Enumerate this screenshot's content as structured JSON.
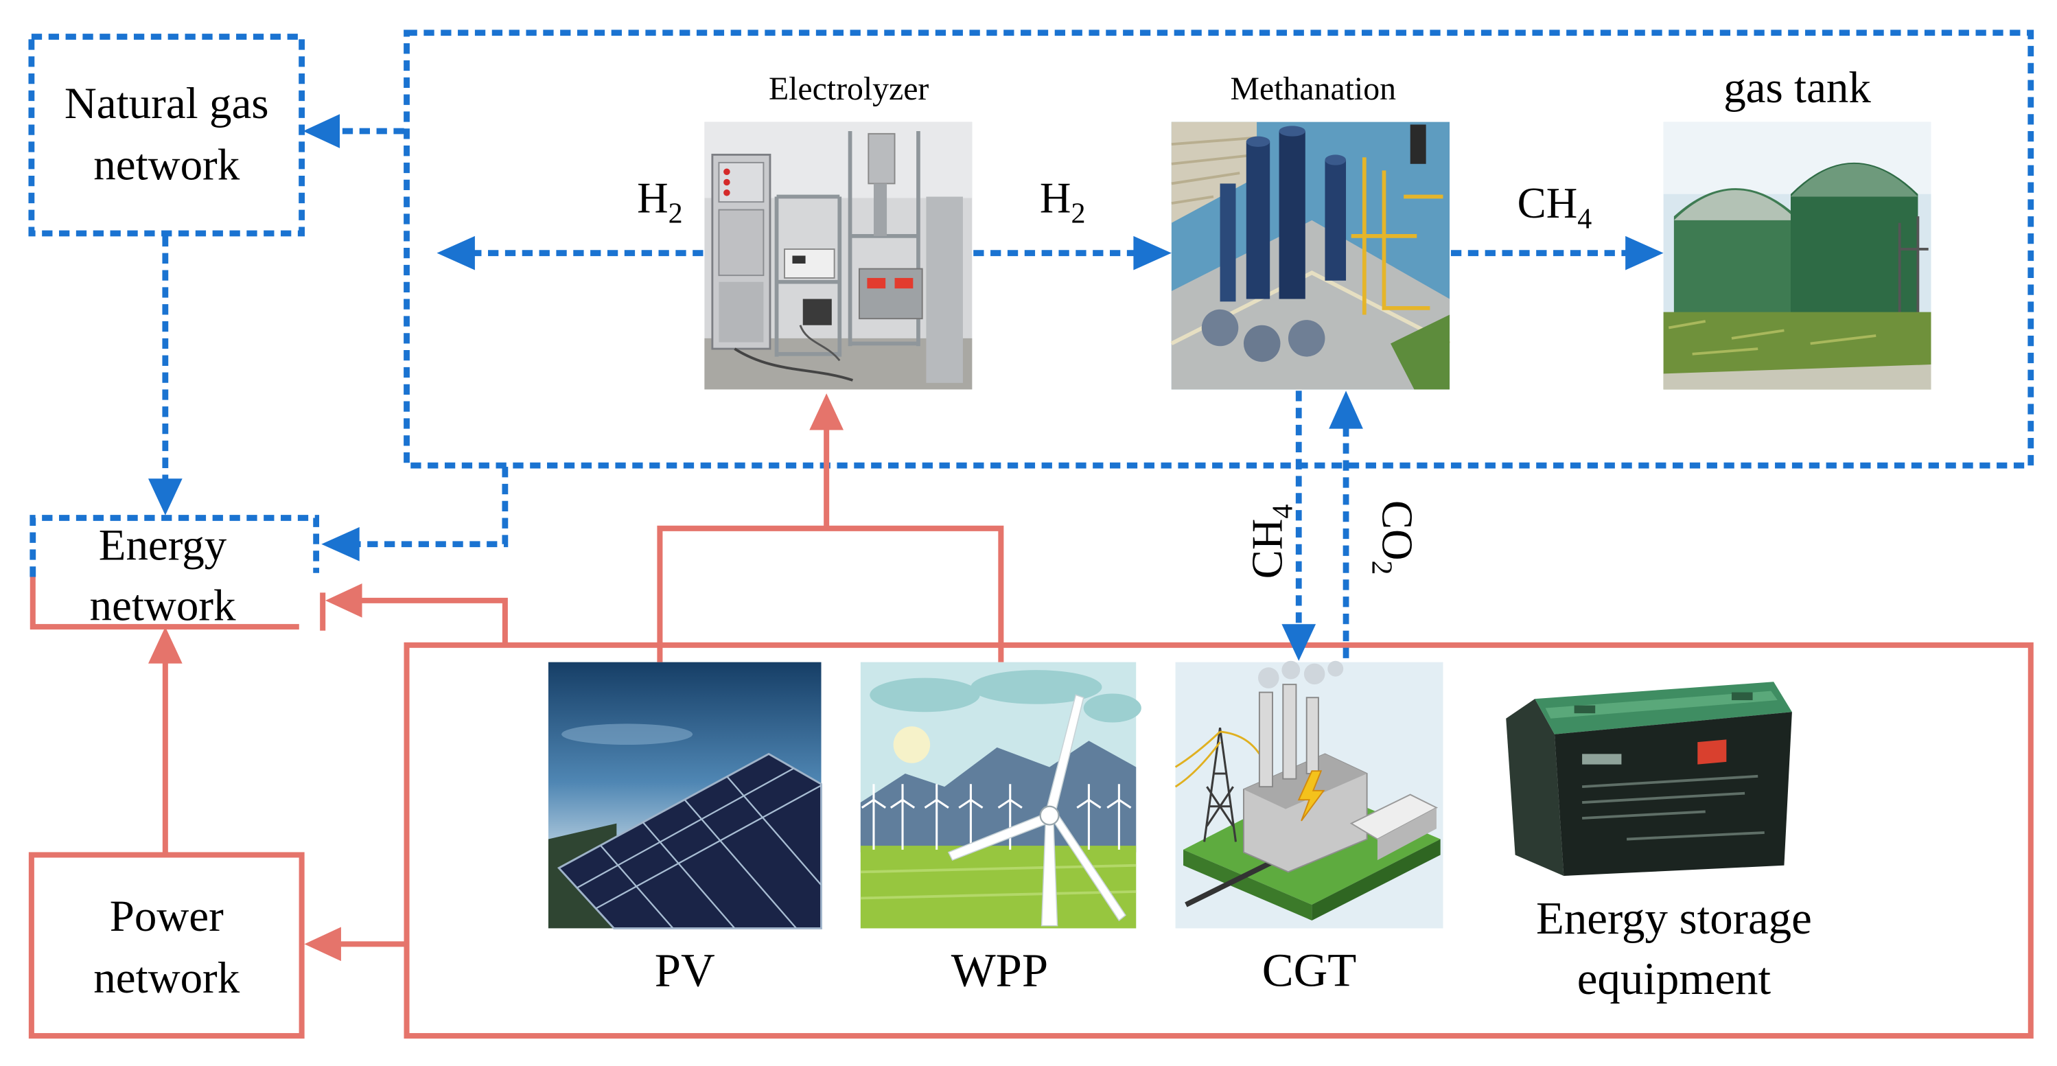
{
  "colors": {
    "gas_flow": "#1a73d1",
    "power_flow": "#e5746b"
  },
  "nodes": {
    "natural_gas_network": {
      "line1": "Natural gas",
      "line2": "network"
    },
    "energy_network": {
      "line1": "Energy",
      "line2": "network"
    },
    "power_network": {
      "line1": "Power",
      "line2": "network"
    },
    "electrolyzer": {
      "label": "Electrolyzer"
    },
    "methanation": {
      "label": "Methanation"
    },
    "gas_tank": {
      "label": "gas tank"
    },
    "pv": {
      "label": "PV"
    },
    "wpp": {
      "label": "WPP"
    },
    "cgt": {
      "label": "CGT"
    },
    "energy_storage": {
      "line1": "Energy storage",
      "line2": "equipment"
    }
  },
  "flows": {
    "h2_left": {
      "base": "H",
      "sub": "2"
    },
    "h2_right": {
      "base": "H",
      "sub": "2"
    },
    "ch4_to_tank": {
      "base": "CH",
      "sub": "4"
    },
    "ch4_to_cgt": {
      "base": "CH",
      "sub": "4"
    },
    "co2_to_methanation": {
      "base": "CO",
      "sub": "2"
    }
  },
  "illustrations": {
    "electrolyzer": "electrolyzer-photo",
    "methanation": "methanation-plant-image",
    "gas_tank": "gas-tank-photo",
    "pv": "solar-panel-image",
    "wpp": "wind-turbine-image",
    "cgt": "gas-turbine-plant-image",
    "energy_storage": "battery-image"
  }
}
